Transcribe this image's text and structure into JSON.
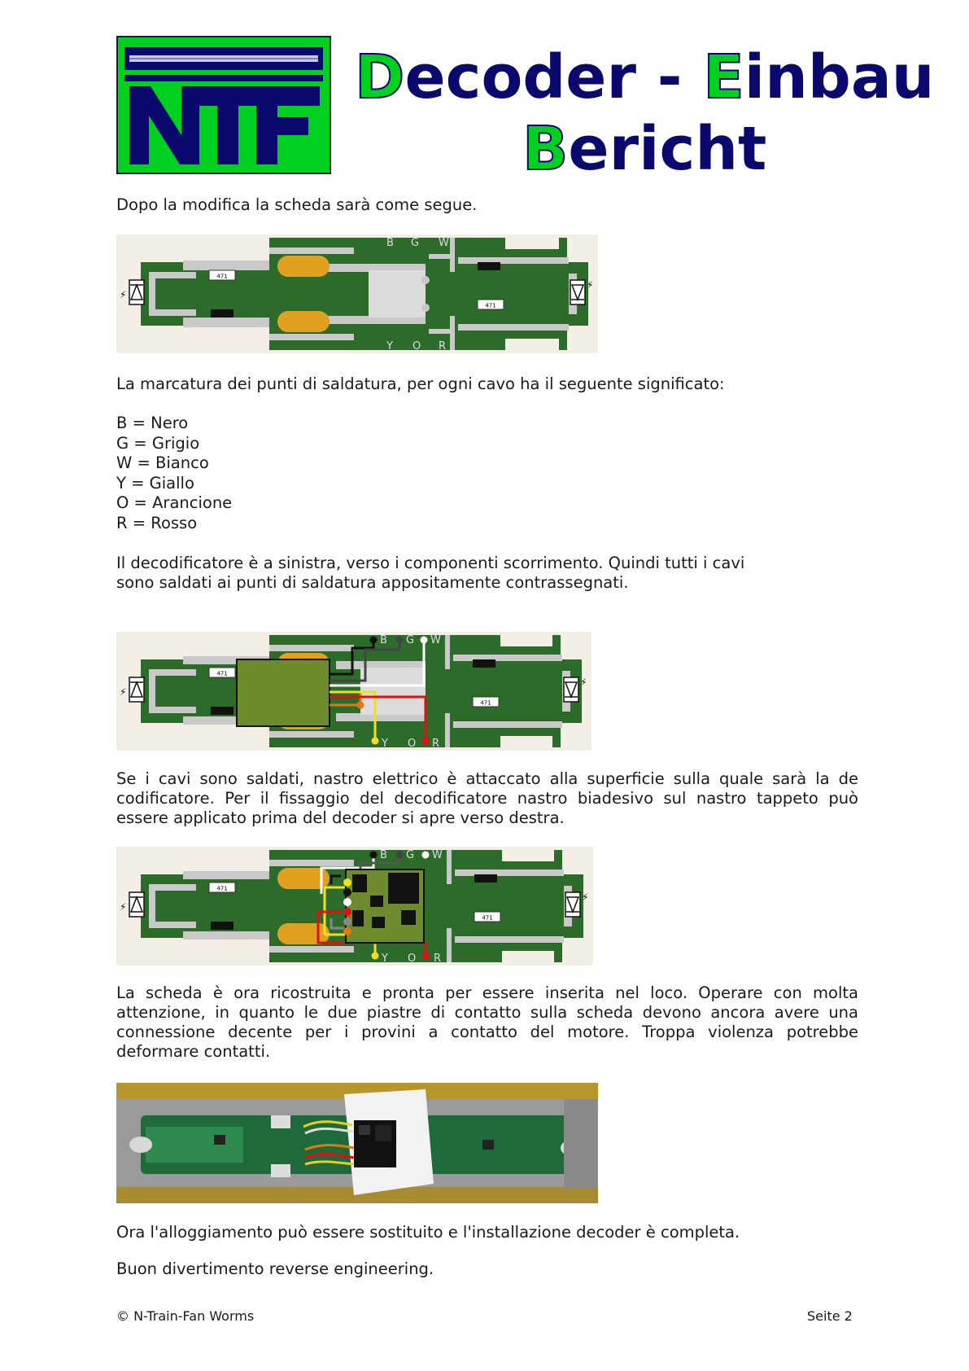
{
  "header": {
    "logo_text": "NTF",
    "title_line1": {
      "initial": "D",
      "rest": "ecoder - ",
      "initial2": "E",
      "rest2": "inbau"
    },
    "title_line2": {
      "initial": "B",
      "rest": "ericht"
    }
  },
  "paragraphs": {
    "intro": "Dopo la modifica la scheda sarà come segue.",
    "marking": "La marcatura dei punti di saldatura, per ogni cavo ha il seguente significato:",
    "decoder_position": "Il decodificatore è a sinistra, verso i componenti scorrimento. Quindi tutti i cavi sono saldati ai punti di saldatura appositamente contrassegnati.",
    "tape": "Se i cavi sono saldati, nastro elettrico è attaccato alla superficie sulla quale sarà la de codificatore. Per il fissaggio del decodificatore nastro biadesivo sul nastro tappeto può essere applicato prima del decoder si apre verso destra.",
    "rebuilt": "La scheda è ora ricostruita e pronta per essere inserita nel loco. Operare  con molta attenzione, in quanto le due piastre di contatto sulla scheda devono ancora avere una connessione decente per i provini a contatto del motore. Troppa violenza potrebbe deformare contatti.",
    "housing": "Ora l'alloggiamento può essere sostituito e l'installazione decoder è completa.",
    "closing": "Buon divertimento reverse engineering."
  },
  "color_legend": [
    "B = Nero",
    "G = Grigio",
    "W = Bianco",
    "Y = Giallo",
    "O = Arancione",
    "R = Rosso"
  ],
  "board": {
    "pad_top": [
      "B",
      "G",
      "W"
    ],
    "pad_bottom": [
      "Y",
      "O",
      "R"
    ],
    "resistor_label": "471"
  },
  "colors": {
    "board_green": "#2d6b2a",
    "trace_gray": "#c9c9c9",
    "background": "#f4efe6",
    "contact_orange": "#e0a020",
    "decoder_green": "#6e8b2e",
    "title_blue": "#0a0a6e",
    "logo_green": "#00d020"
  },
  "footer": {
    "copyright": "© N-Train-Fan Worms",
    "page": "Seite 2"
  }
}
